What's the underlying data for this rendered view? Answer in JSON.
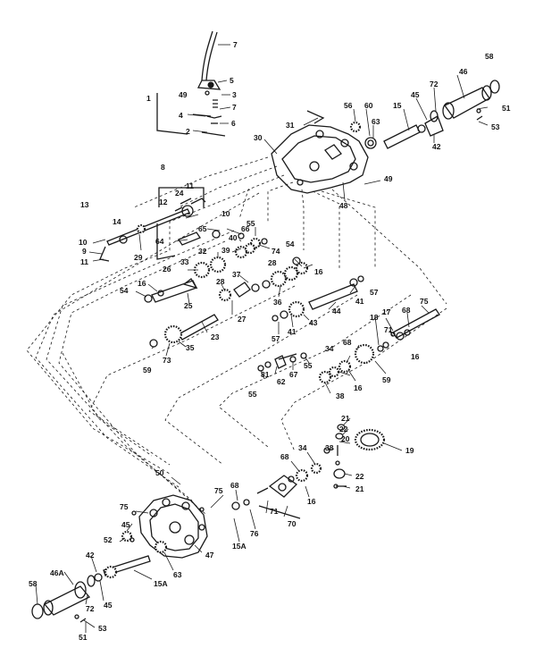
{
  "labels": {
    "l7a": "7",
    "l5": "5",
    "l49a": "49",
    "l3": "3",
    "l7b": "7",
    "l1": "1",
    "l4": "4",
    "l6": "6",
    "l2": "2",
    "l31": "31",
    "l30": "30",
    "l56a": "56",
    "l60": "60",
    "l63a": "63",
    "l15": "15",
    "l45a": "45",
    "l72a": "72",
    "l46": "46",
    "l58a": "58",
    "l51a": "51",
    "l53a": "53",
    "l42a": "42",
    "l49b": "49",
    "l48": "48",
    "l8": "8",
    "l11a": "11",
    "l24": "24",
    "l12": "12",
    "l10a": "10",
    "l13": "13",
    "l14": "14",
    "l10b": "10",
    "l9": "9",
    "l11b": "11",
    "l29": "29",
    "l55a": "55",
    "l65": "65",
    "l66": "66",
    "l64": "64",
    "l40": "40",
    "l74": "74",
    "l32": "32",
    "l39": "39",
    "l54a": "54",
    "l33": "33",
    "l28a": "28",
    "l16a": "16",
    "l26": "26",
    "l37": "37",
    "l28b": "28",
    "l57a": "57",
    "l54b": "54",
    "l16b": "16",
    "l25": "25",
    "l36": "36",
    "l41a": "41",
    "l44": "44",
    "l27": "27",
    "l43": "43",
    "l23": "23",
    "l75a": "75",
    "l17": "17",
    "l18": "18",
    "l68a": "68",
    "l73": "73",
    "l35": "35",
    "l59a": "59",
    "l57b": "57",
    "l41b": "41",
    "l71a": "71",
    "l55b": "55",
    "l34a": "34",
    "l68b": "68",
    "l16c": "16",
    "l81": "81",
    "l62": "62",
    "l67": "67",
    "l55c": "55",
    "l16d": "16",
    "l59b": "59",
    "l38a": "38",
    "l21a": "21",
    "l22a": "22",
    "l20": "20",
    "l19": "19",
    "l38b": "38",
    "l34b": "34",
    "l68c": "68",
    "l16e": "16",
    "l22b": "22",
    "l21b": "21",
    "l50": "50",
    "l68d": "68",
    "l75b": "75",
    "l75c": "75",
    "l71b": "71",
    "l70": "70",
    "l76": "76",
    "l45b": "45",
    "l15a_a": "15A",
    "l52": "52",
    "l47": "47",
    "l42b": "42",
    "l46a": "46A",
    "l63b": "63",
    "l15a_b": "15A",
    "l58b": "58",
    "l45c": "45",
    "l72b": "72",
    "l51b": "51",
    "l53b": "53"
  }
}
